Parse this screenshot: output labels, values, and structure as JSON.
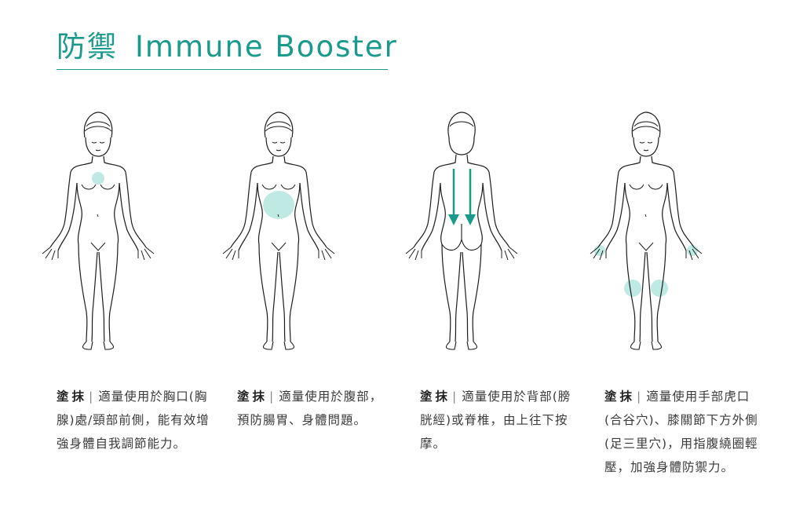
{
  "header": {
    "title_zh": "防禦",
    "title_en": "Immune Booster"
  },
  "colors": {
    "accent": "#1a9a8c",
    "highlight": "#bfe9e3",
    "outline": "#1c1c1c"
  },
  "panels": [
    {
      "lead": "塗抹",
      "separator": "|",
      "text": "適量使用於胸口(胸腺)處/頸部前側，能有效增強身體自我調節能力。",
      "view": "front",
      "highlight": "chest"
    },
    {
      "lead": "塗抹",
      "separator": "|",
      "text": "適量使用於腹部，預防腸胃、身體問題。",
      "view": "front",
      "highlight": "abdomen"
    },
    {
      "lead": "塗抹",
      "separator": "|",
      "text": "適量使用於背部(膀胱經)或脊椎，由上往下按摩。",
      "view": "back",
      "highlight": "spine-arrows"
    },
    {
      "lead": "塗抹",
      "separator": "|",
      "text": "適量使用手部虎口(合谷穴)、膝關節下方外側(足三里穴)，用指腹繞圈輕壓，加強身體防禦力。",
      "view": "front",
      "highlight": "hands-knees"
    }
  ]
}
